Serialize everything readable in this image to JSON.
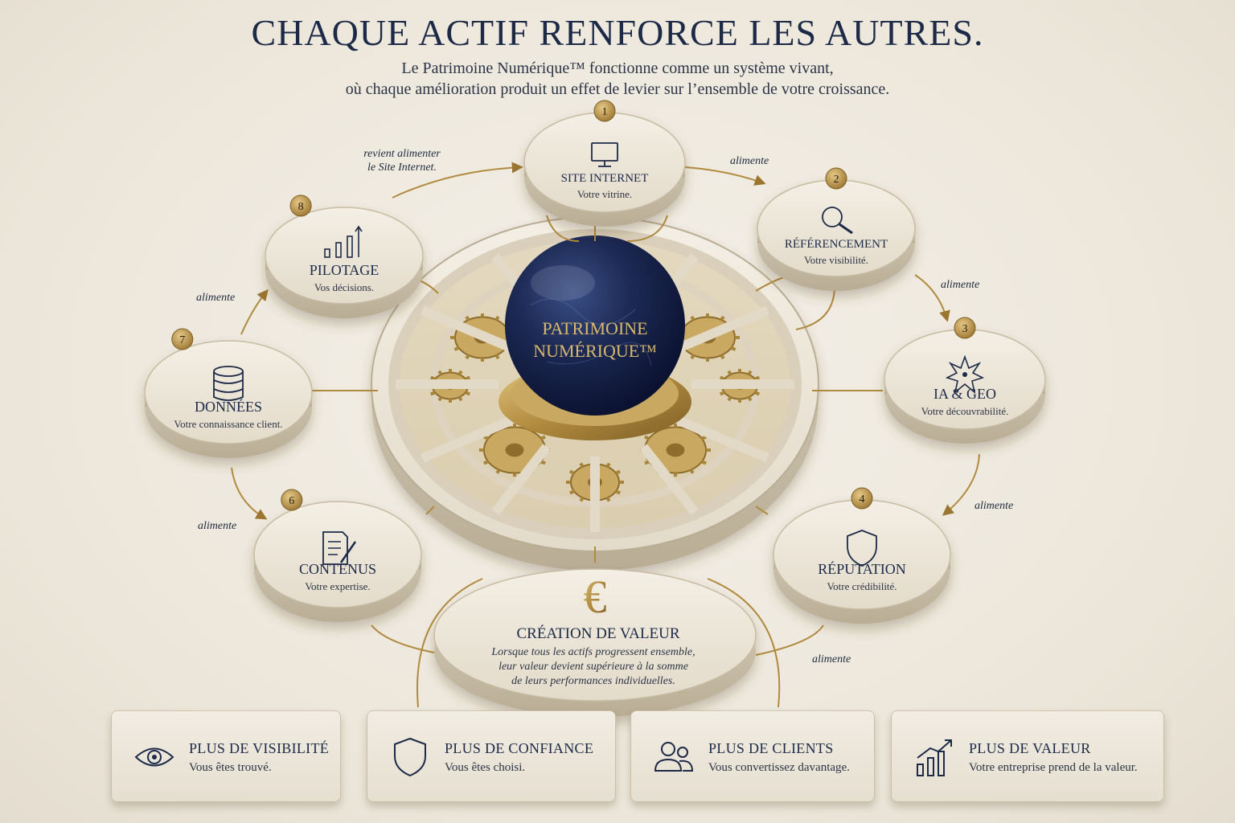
{
  "header": {
    "title": "CHAQUE ACTIF RENFORCE LES AUTRES.",
    "subtitle_line1": "Le Patrimoine Numérique™ fonctionne comme un système vivant,",
    "subtitle_line2": "où chaque amélioration produit un effet de levier sur l’ensemble de votre croissance."
  },
  "center": {
    "line1": "PATRIMOINE",
    "line2": "NUMÉRIQUE™"
  },
  "nodes": [
    {
      "number": "1",
      "title": "SITE INTERNET",
      "subtitle": "Votre vitrine.",
      "icon": "monitor-icon"
    },
    {
      "number": "2",
      "title": "RÉFÉRENCEMENT",
      "subtitle": "Votre visibilité.",
      "icon": "magnifier-icon"
    },
    {
      "number": "3",
      "title": "IA & GEO",
      "subtitle": "Votre découvrabilité.",
      "icon": "spark-icon"
    },
    {
      "number": "4",
      "title": "RÉPUTATION",
      "subtitle": "Votre crédibilité.",
      "icon": "shield-icon"
    },
    {
      "number": "6",
      "title": "CONTENUS",
      "subtitle": "Votre expertise.",
      "icon": "document-pen-icon"
    },
    {
      "number": "7",
      "title": "DONNÉES",
      "subtitle": "Votre connaissance client.",
      "icon": "database-icon"
    },
    {
      "number": "8",
      "title": "PILOTAGE",
      "subtitle": "Vos décisions.",
      "icon": "bar-chart-icon"
    }
  ],
  "value_node": {
    "title": "CRÉATION DE VALEUR",
    "desc_line1": "Lorsque tous les actifs progressent ensemble,",
    "desc_line2": "leur valeur devient supérieure à la somme",
    "desc_line3": "de leurs performances individuelles.",
    "icon": "euro-icon"
  },
  "flow_labels": {
    "a1": "alimente",
    "a2": "alimente",
    "a3": "alimente",
    "a4": "alimente",
    "a5": "alimente",
    "a6": "alimente",
    "back_line1": "revient alimenter",
    "back_line2": "le Site Internet."
  },
  "cards": [
    {
      "title": "PLUS DE VISIBILITÉ",
      "subtitle": "Vous êtes trouvé.",
      "icon": "eye-icon"
    },
    {
      "title": "PLUS DE CONFIANCE",
      "subtitle": "Vous êtes choisi.",
      "icon": "shield-icon"
    },
    {
      "title": "PLUS DE CLIENTS",
      "subtitle": "Vous convertissez davantage.",
      "icon": "users-icon"
    },
    {
      "title": "PLUS DE VALEUR",
      "subtitle": "Votre entreprise prend de la valeur.",
      "icon": "growth-chart-icon"
    }
  ],
  "colors": {
    "navy": "#1c2a48",
    "gold": "#b08a3e",
    "stone": "#e8e1d3",
    "sphere": "#1d2a55"
  }
}
